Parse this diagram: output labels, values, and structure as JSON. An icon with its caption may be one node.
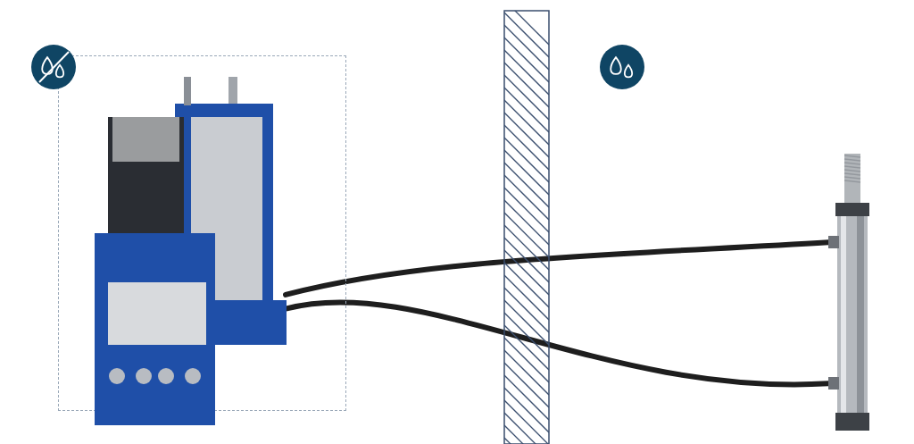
{
  "diagram": {
    "nodes": [
      {
        "text": [],
        "shape": "box"
      },
      {
        "text": [],
        "shape": "picture",
        "in": 0
      },
      {
        "text": [],
        "shape": "picture"
      }
    ],
    "edges": [
      {
        "from": 1,
        "to": 2,
        "arrow": "none"
      },
      {
        "from": 1,
        "to": 2,
        "arrow": "none"
      }
    ]
  }
}
